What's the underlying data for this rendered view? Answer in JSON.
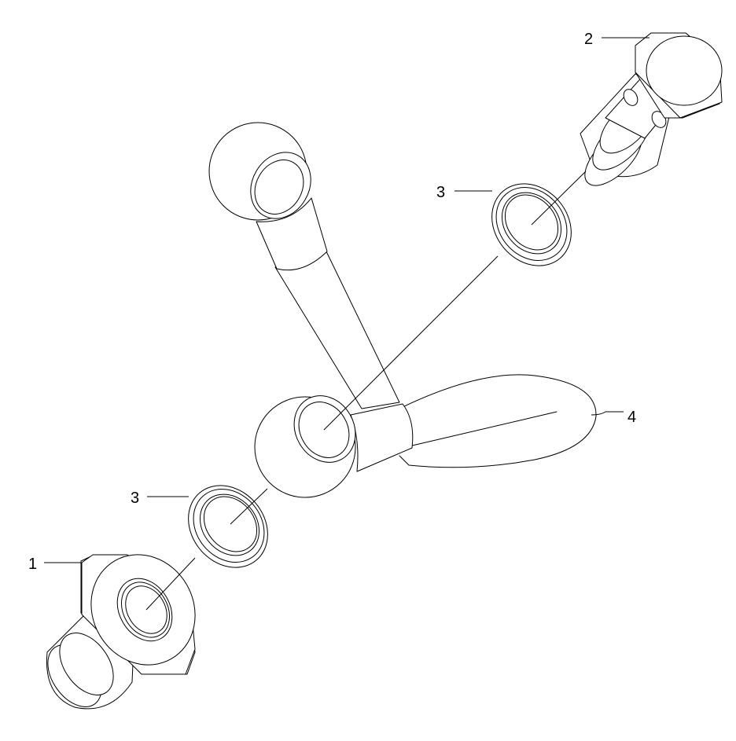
{
  "diagram": {
    "callouts": [
      {
        "id": "nut",
        "label": "1"
      },
      {
        "id": "banjo-bolt",
        "label": "2"
      },
      {
        "id": "washer-upper",
        "label": "3"
      },
      {
        "id": "washer-lower",
        "label": "3"
      },
      {
        "id": "banjo-pipe",
        "label": "4"
      }
    ]
  },
  "colors": {
    "line": "#000000",
    "background": "#ffffff"
  }
}
